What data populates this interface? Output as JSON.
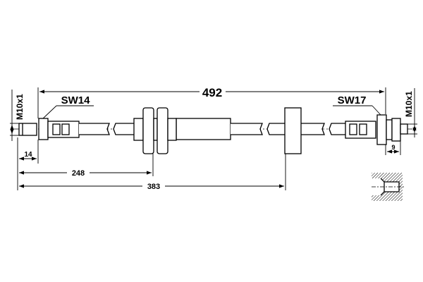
{
  "drawing": {
    "title": "Brake hose dimensional drawing",
    "total_length": "492",
    "dim_thread_length_left": "14",
    "dim_to_grommet": "248",
    "dim_to_clamp": "383",
    "dim_thread_length_right": "9",
    "thread_left": "M10x1",
    "thread_right": "M10x1",
    "wrench_left": "SW14",
    "wrench_right": "SW17"
  }
}
